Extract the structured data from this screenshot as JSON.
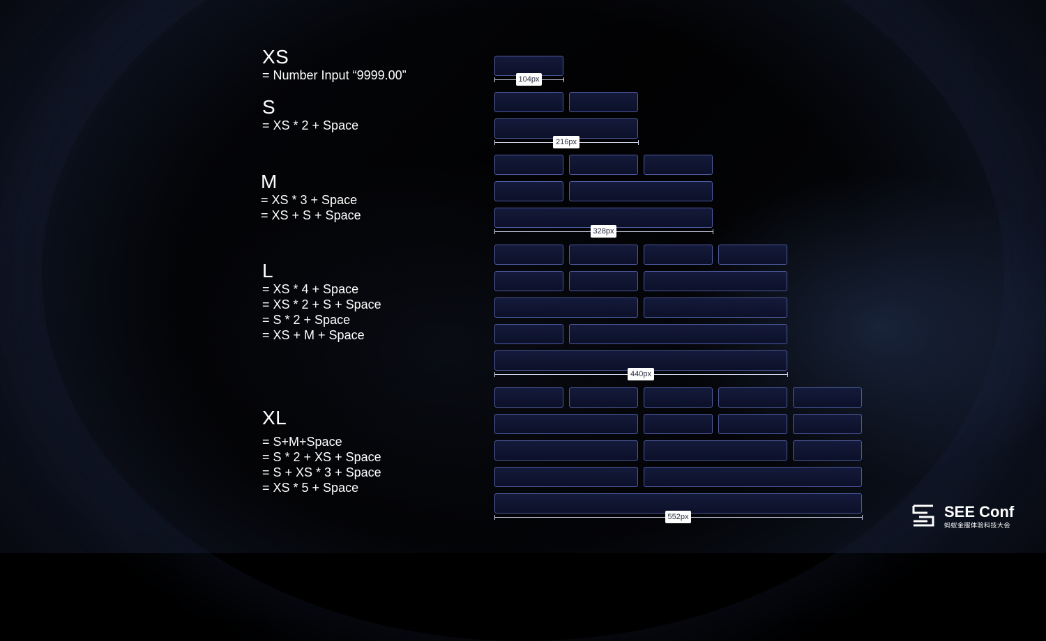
{
  "groups": [
    {
      "id": "xs",
      "label": "XS",
      "formulas": [
        "= Number Input “9999.00”"
      ],
      "width_label": "104px",
      "rows": [
        [
          1
        ]
      ]
    },
    {
      "id": "s",
      "label": "S",
      "formulas": [
        "= XS * 2 + Space"
      ],
      "width_label": "216px",
      "rows": [
        [
          1,
          1
        ],
        [
          2
        ]
      ]
    },
    {
      "id": "m",
      "label": "M",
      "formulas": [
        "= XS * 3 + Space",
        "= XS + S + Space"
      ],
      "width_label": "328px",
      "rows": [
        [
          1,
          1,
          1
        ],
        [
          1,
          2
        ],
        [
          3
        ]
      ]
    },
    {
      "id": "l",
      "label": "L",
      "formulas": [
        "= XS * 4 + Space",
        "= XS * 2 + S + Space",
        "= S * 2 + Space",
        "= XS + M + Space"
      ],
      "width_label": "440px",
      "rows": [
        [
          1,
          1,
          1,
          1
        ],
        [
          1,
          1,
          2
        ],
        [
          2,
          2
        ],
        [
          1,
          3
        ],
        [
          4
        ]
      ]
    },
    {
      "id": "xl",
      "label": "XL",
      "formulas": [
        "= S+M+Space",
        "= S * 2 + XS + Space",
        "= S + XS * 3 + Space",
        "= XS * 5 + Space"
      ],
      "width_label": "552px",
      "rows": [
        [
          1,
          1,
          1,
          1,
          1
        ],
        [
          2,
          1,
          1,
          1
        ],
        [
          2,
          2,
          1
        ],
        [
          2,
          3
        ],
        [
          5
        ]
      ]
    }
  ],
  "logo": {
    "title": "SEE Conf",
    "subtitle": "蚂蚁金服体验科技大会"
  },
  "colors": {
    "box_border": "#4e5b9f",
    "box_fill": "#111634",
    "dimension_label_bg": "#ffffff"
  }
}
